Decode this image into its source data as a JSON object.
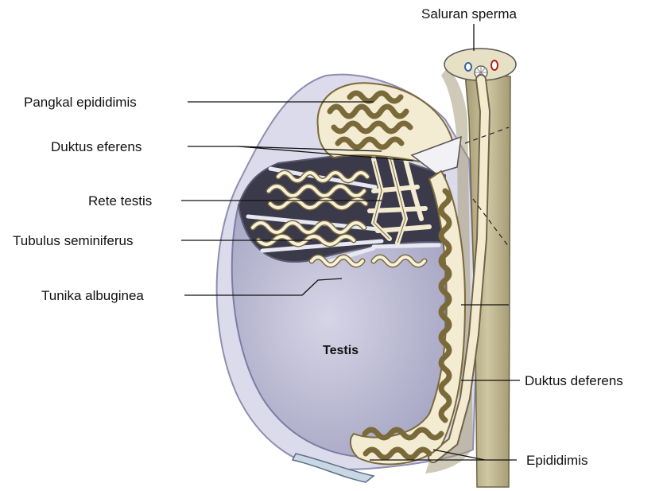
{
  "labels": {
    "saluran_sperma": "Saluran sperma",
    "pangkal_epididimis": "Pangkal epididimis",
    "duktus_eferens": "Duktus eferens",
    "rete_testis": "Rete testis",
    "tubulus_seminiferus": "Tubulus seminiferus",
    "tunika_albuginea": "Tunika albuginea",
    "testis": "Testis",
    "duktus_deferens": "Duktus deferens",
    "epididimis": "Epididimis"
  },
  "colors": {
    "testis_fill": "#c9c8de",
    "tunica_outer": "#dcdbeb",
    "tubule_cream": "#f4ecd2",
    "tubule_outline": "#7a6a3a",
    "cord_tan": "#b9b08a",
    "duct_cream": "#f3ead0",
    "compartment_dark": "#3b3a4a"
  }
}
